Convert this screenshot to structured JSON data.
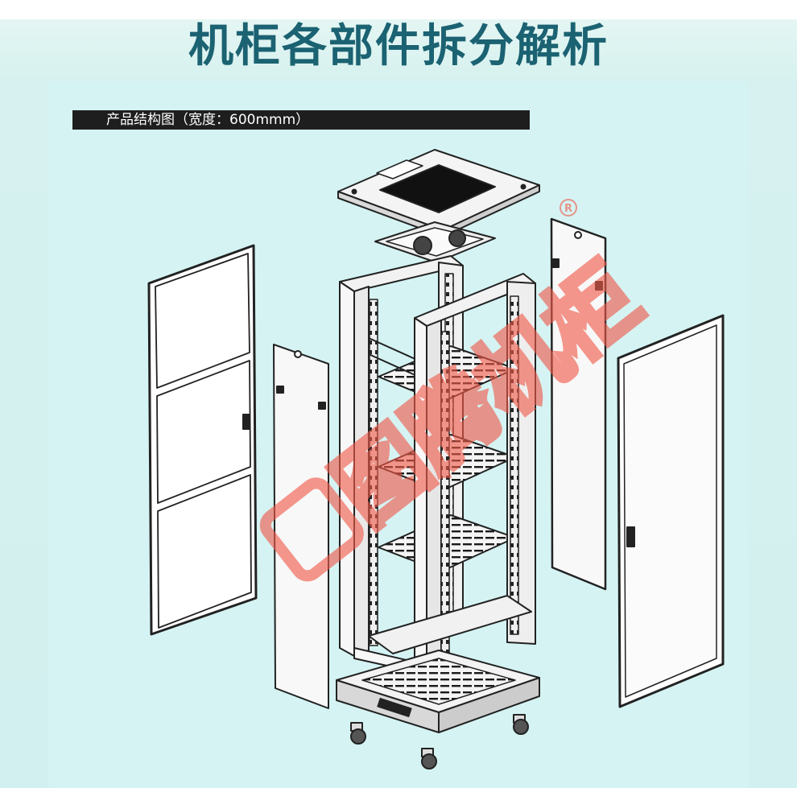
{
  "header": {
    "title": "机柜各部件拆分解析"
  },
  "section_label": "产品结构图（宽度：600mmm）",
  "watermark": {
    "text": "图腾机柜",
    "registered_mark": "R",
    "color": "#f05a4a"
  },
  "colors": {
    "title": "#1b6272",
    "background": "#d2f0ef",
    "label_bar": "#1e1e1e",
    "line": "#222222"
  }
}
